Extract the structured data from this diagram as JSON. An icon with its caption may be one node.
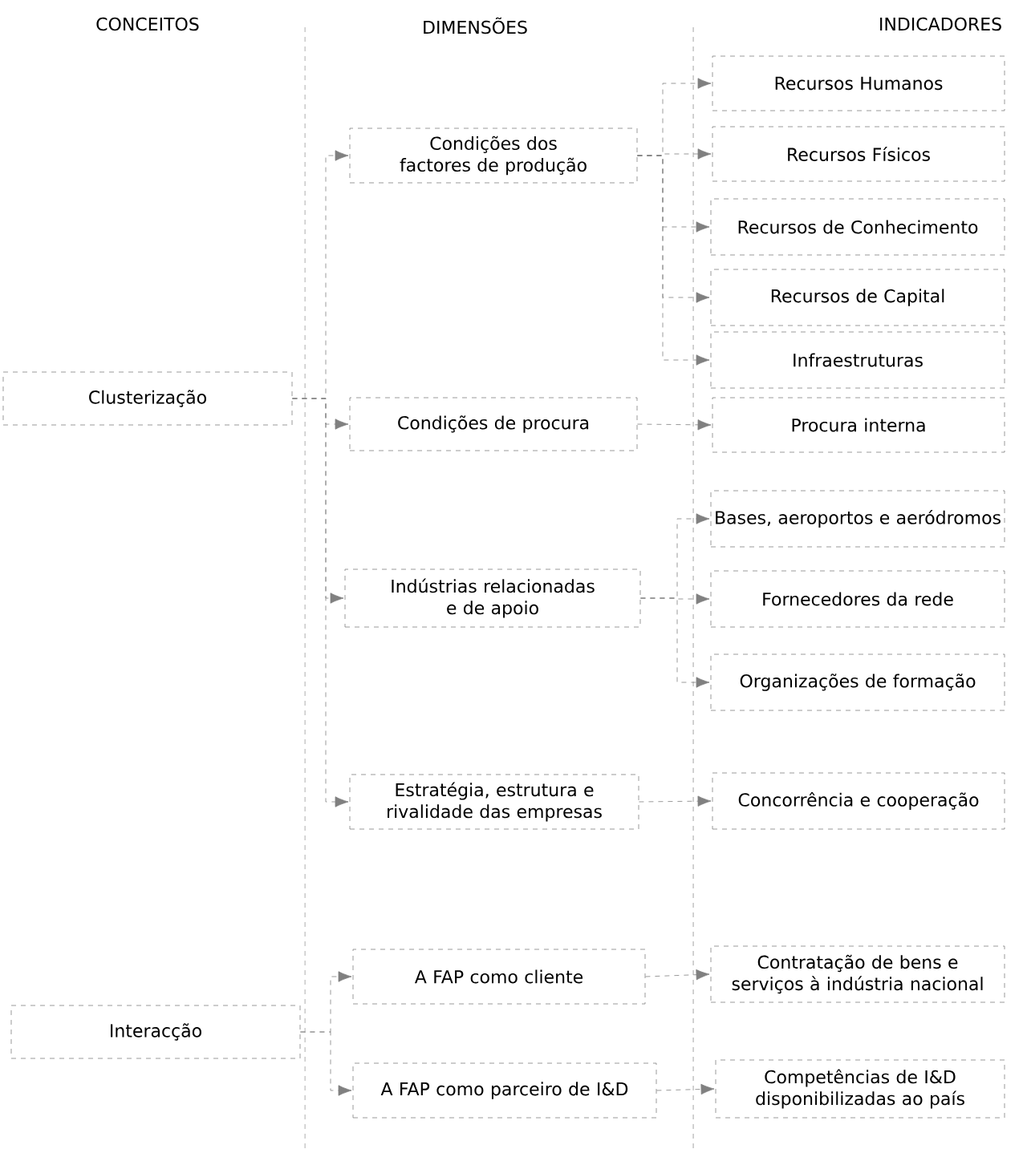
{
  "diagram": {
    "nodes": [
      {
        "text": [
          "Clusterização"
        ]
      },
      {
        "text": [
          "Interacção"
        ]
      },
      {
        "text": [
          "Condições dos factores de produção"
        ]
      },
      {
        "text": [
          "Condições de procura"
        ]
      },
      {
        "text": [
          "Indústrias relacionadas e de apoio"
        ]
      },
      {
        "text": [
          "Estratégia, estrutura e rivalidade das empresas"
        ]
      },
      {
        "text": [
          "A FAP como cliente"
        ]
      },
      {
        "text": [
          "A FAP como parceiro de I&D"
        ]
      },
      {
        "text": [
          "Recursos Humanos"
        ]
      },
      {
        "text": [
          "Recursos Físicos"
        ]
      },
      {
        "text": [
          "Recursos de Conhecimento"
        ]
      },
      {
        "text": [
          "Recursos de Capital"
        ]
      },
      {
        "text": [
          "Infraestruturas"
        ]
      },
      {
        "text": [
          "Procura interna"
        ]
      },
      {
        "text": [
          "Bases, aeroportos e aeródromos"
        ]
      },
      {
        "text": [
          "Fornecedores da rede"
        ]
      },
      {
        "text": [
          "Organizações de formação"
        ]
      },
      {
        "text": [
          "Concorrência e cooperação"
        ]
      },
      {
        "text": [
          "Contratação de bens e serviços à indústria nacional"
        ]
      },
      {
        "text": [
          "Competências de I&D disponibilizadas ao país"
        ]
      }
    ],
    "edges": [
      {
        "from": 0,
        "to": 2,
        "arrow": "to",
        "style": "dashed"
      },
      {
        "from": 0,
        "to": 3,
        "arrow": "to",
        "style": "dashed"
      },
      {
        "from": 0,
        "to": 4,
        "arrow": "to",
        "style": "dashed"
      },
      {
        "from": 0,
        "to": 5,
        "arrow": "to",
        "style": "dashed"
      },
      {
        "from": 2,
        "to": 8,
        "arrow": "to",
        "style": "dashed"
      },
      {
        "from": 2,
        "to": 9,
        "arrow": "to",
        "style": "dashed"
      },
      {
        "from": 2,
        "to": 10,
        "arrow": "to",
        "style": "dashed"
      },
      {
        "from": 2,
        "to": 11,
        "arrow": "to",
        "style": "dashed"
      },
      {
        "from": 2,
        "to": 12,
        "arrow": "to",
        "style": "dashed"
      },
      {
        "from": 3,
        "to": 13,
        "arrow": "to",
        "style": "dashed"
      },
      {
        "from": 4,
        "to": 14,
        "arrow": "to",
        "style": "dashed"
      },
      {
        "from": 4,
        "to": 15,
        "arrow": "to",
        "style": "dashed"
      },
      {
        "from": 4,
        "to": 16,
        "arrow": "to",
        "style": "dashed"
      },
      {
        "from": 5,
        "to": 17,
        "arrow": "to",
        "style": "dashed"
      },
      {
        "from": 1,
        "to": 6,
        "arrow": "to",
        "style": "dashed"
      },
      {
        "from": 1,
        "to": 7,
        "arrow": "to",
        "style": "dashed"
      },
      {
        "from": 6,
        "to": 18,
        "arrow": "to",
        "style": "dashed"
      },
      {
        "from": 7,
        "to": 19,
        "arrow": "to",
        "style": "dashed"
      }
    ],
    "labels": [
      "CONCEITOS",
      "DIMENSÕES",
      "INDICADORES"
    ]
  }
}
